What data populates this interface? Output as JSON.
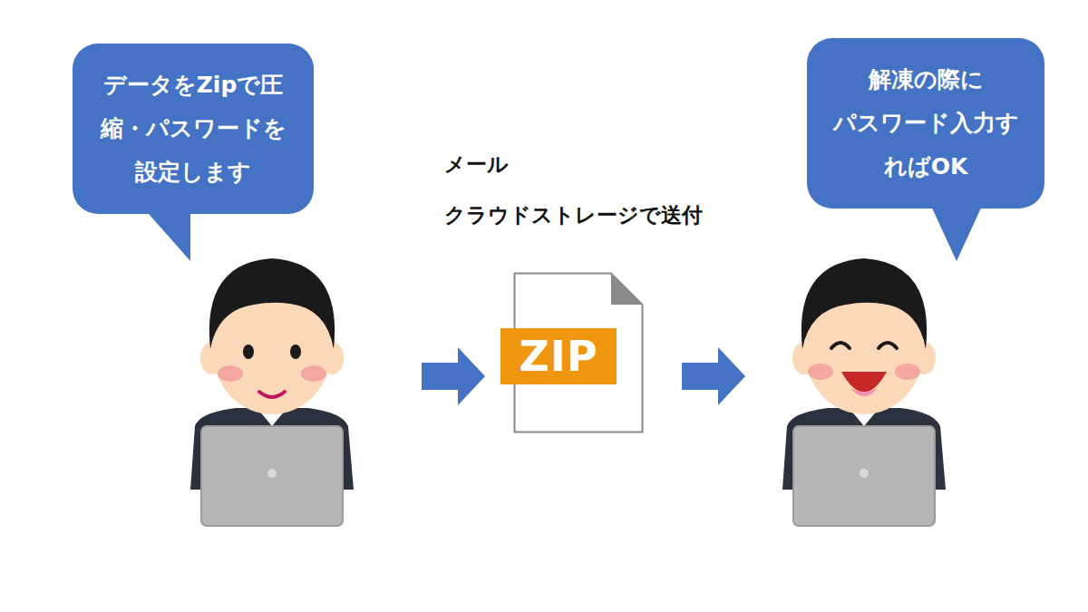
{
  "diagram": {
    "nodes": [
      {
        "text": [
          "データをZipで圧 縮・パスワードを 設定します"
        ]
      },
      {
        "text": [
          "ZIP"
        ]
      },
      {
        "text": [
          "解凍の際に パスワード入力す ればOK"
        ]
      }
    ],
    "labels": [
      "メール",
      "クラウドストレージで送付"
    ]
  }
}
